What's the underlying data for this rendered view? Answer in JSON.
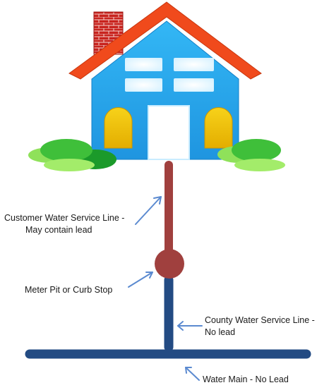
{
  "labels": {
    "customer_line_1": "Customer Water Service Line -",
    "customer_line_2": "May contain lead",
    "meter": "Meter Pit or Curb Stop",
    "county_line_1": "County Water Service Line -",
    "county_line_2": "No lead",
    "main": "Water Main - No Lead"
  },
  "colors": {
    "customer_line": "#a0403e",
    "meter": "#a0403e",
    "county_line": "#234b83",
    "water_main": "#234b83",
    "pointer_arrow": "#5b8ad0",
    "house_wall": "#2aa8f0",
    "roof": "#f04a1c",
    "chimney": "#c8231e",
    "window_yellow": "#f2c70a",
    "bush": "#3fbf3a"
  }
}
